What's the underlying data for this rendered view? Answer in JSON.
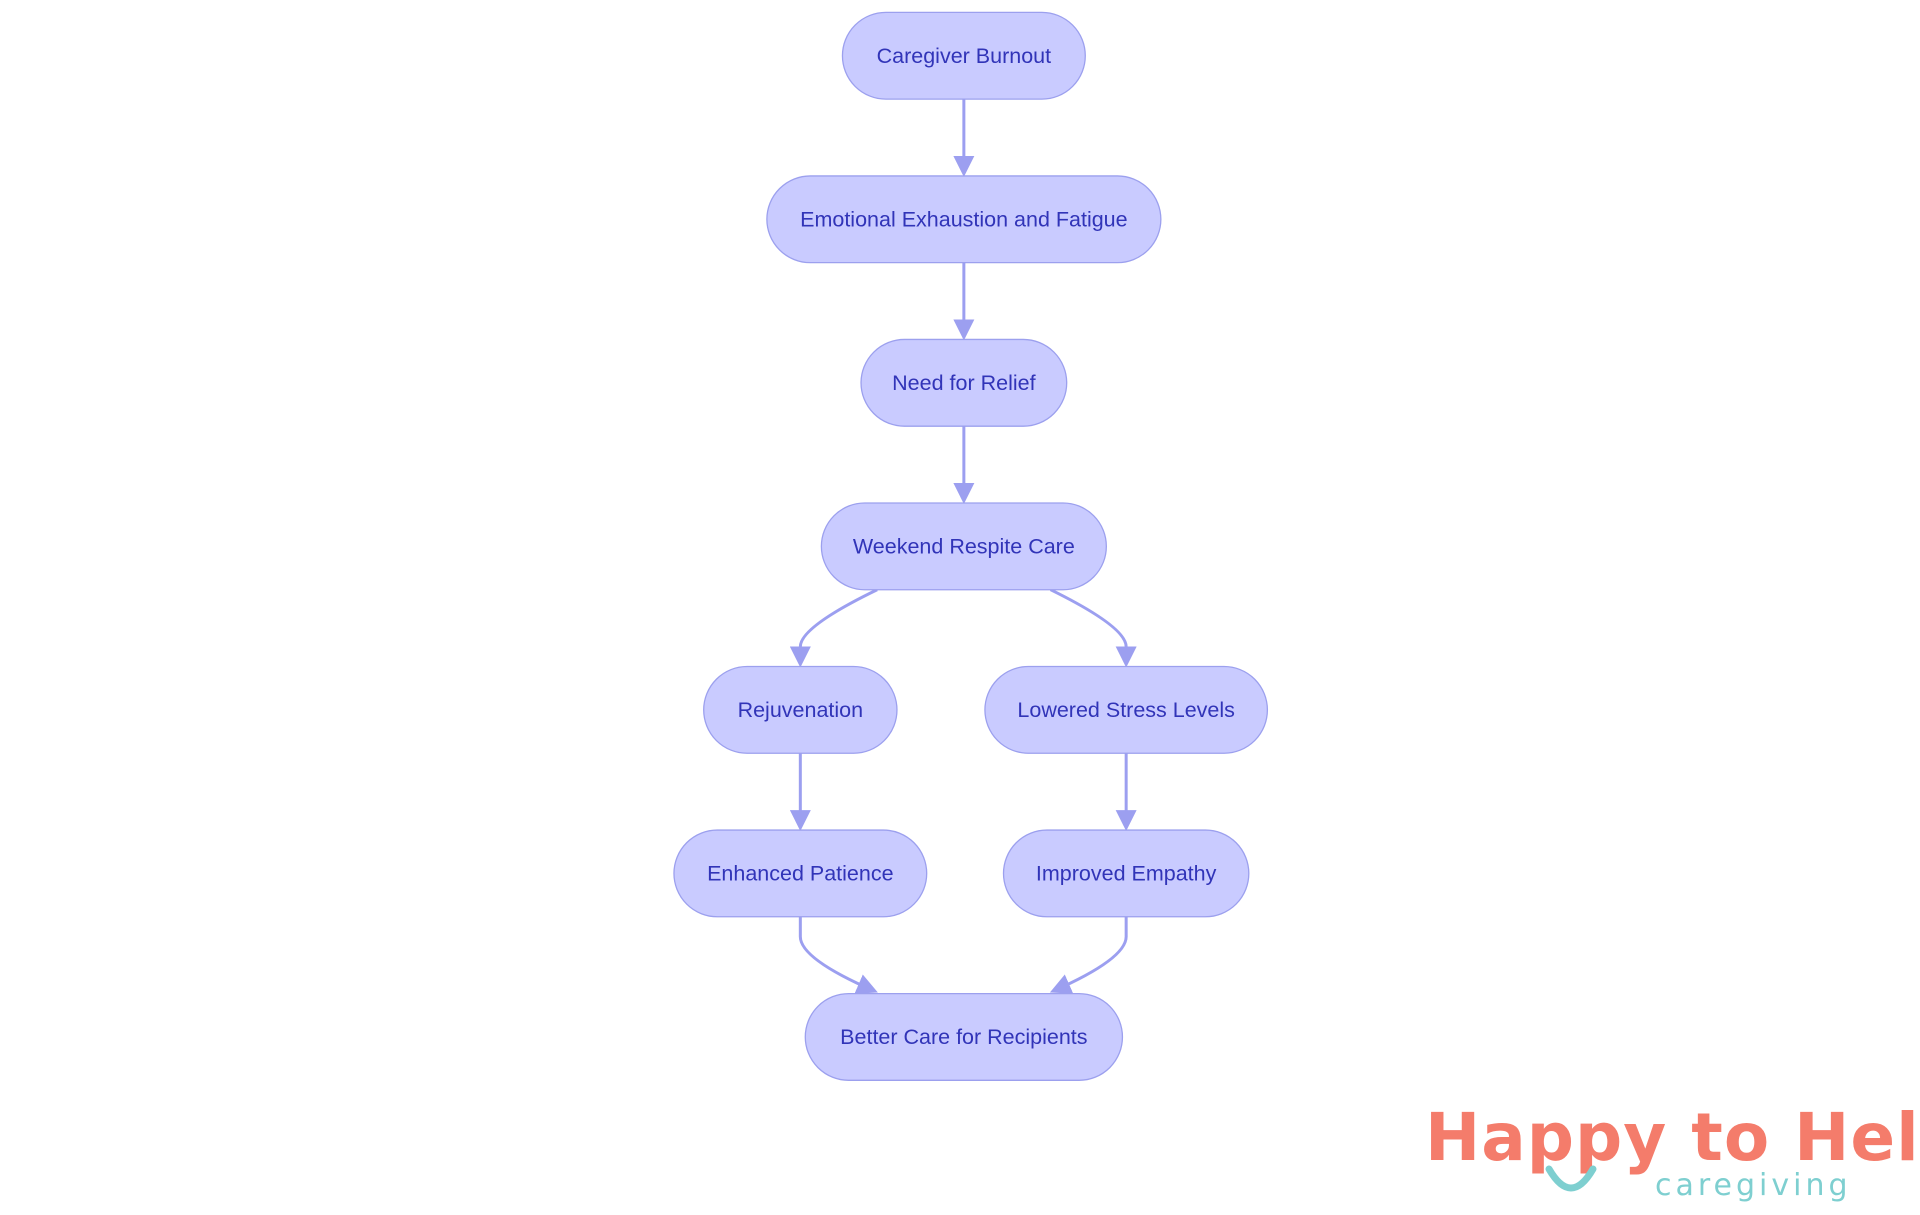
{
  "diagram": {
    "nodes": [
      {
        "id": "burnout",
        "label": "Caregiver Burnout"
      },
      {
        "id": "exhaustion",
        "label": "Emotional Exhaustion and Fatigue"
      },
      {
        "id": "relief",
        "label": "Need for Relief"
      },
      {
        "id": "respite",
        "label": "Weekend Respite Care"
      },
      {
        "id": "rejuvenation",
        "label": "Rejuvenation"
      },
      {
        "id": "stress",
        "label": "Lowered Stress Levels"
      },
      {
        "id": "patience",
        "label": "Enhanced Patience"
      },
      {
        "id": "empathy",
        "label": "Improved Empathy"
      },
      {
        "id": "care",
        "label": "Better Care for Recipients"
      }
    ],
    "edges": [
      {
        "from": "burnout",
        "to": "exhaustion"
      },
      {
        "from": "exhaustion",
        "to": "relief"
      },
      {
        "from": "relief",
        "to": "respite"
      },
      {
        "from": "respite",
        "to": "rejuvenation"
      },
      {
        "from": "respite",
        "to": "stress"
      },
      {
        "from": "rejuvenation",
        "to": "patience"
      },
      {
        "from": "stress",
        "to": "empathy"
      },
      {
        "from": "patience",
        "to": "care"
      },
      {
        "from": "empathy",
        "to": "care"
      }
    ],
    "colors": {
      "node_fill": "#c9cbff",
      "node_stroke": "#9ca0ee",
      "node_text": "#3134b8",
      "edge": "#9c9ff0"
    }
  },
  "logo": {
    "word_happy": "Happy",
    "word_to": "to",
    "word_help": "Help",
    "tagline": "caregiving",
    "colors": {
      "primary": "#f47c6b",
      "accent": "#7ecfd0"
    }
  }
}
